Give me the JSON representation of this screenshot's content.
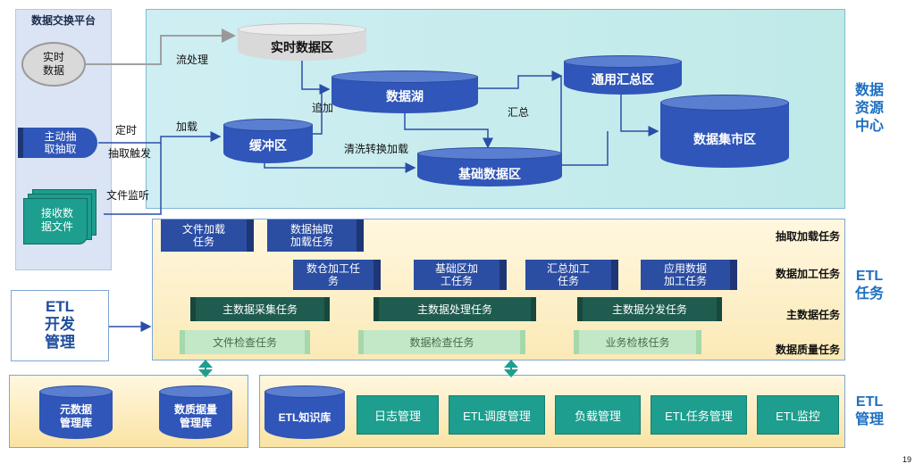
{
  "left_panel": {
    "title": "数据交换平台",
    "realtime_data": "实时\n数据",
    "active_extract": "主动抽\n取抽取",
    "receive_files": "接收数\n据文件"
  },
  "flow_labels": {
    "stream": "流处理",
    "schedule": "定时",
    "trigger": "抽取触发",
    "load": "加载",
    "file_listen": "文件监听",
    "append": "追加",
    "clean_load": "清洗转换加载",
    "aggregate": "汇总"
  },
  "resource_center": {
    "label": "数据\n资源\n中心",
    "realtime_zone": "实时数据区",
    "data_lake": "数据湖",
    "buffer_zone": "缓冲区",
    "base_zone": "基础数据区",
    "summary_zone": "通用汇总区",
    "mart_zone": "数据集市区"
  },
  "etl_tasks": {
    "label": "ETL\n任务",
    "rows": {
      "extract": "抽取加载任务",
      "process": "数据加工任务",
      "master": "主数据任务",
      "quality": "数据质量任务"
    },
    "extract_tasks": [
      "文件加载\n任务",
      "数据抽取\n加载任务"
    ],
    "process_tasks": [
      "数仓加工任\n务",
      "基础区加\n工任务",
      "汇总加工\n任务",
      "应用数据\n加工任务"
    ],
    "master_tasks": [
      "主数据采集任务",
      "主数据处理任务",
      "主数据分发任务"
    ],
    "quality_tasks": [
      "文件检查任务",
      "数据检查任务",
      "业务检核任务"
    ]
  },
  "etl_mgmt_box": "ETL\n开发\n管理",
  "bottom_left": {
    "metadata_db": "元数据\n管理库",
    "quality_db": "数质据量\n管理库"
  },
  "bottom_right": {
    "label": "ETL\n管理",
    "knowledge_db": "ETL知识库",
    "buttons": [
      "日志管理",
      "ETL调度管理",
      "负载管理",
      "ETL任务管理",
      "ETL监控"
    ]
  },
  "page_number": "19",
  "colors": {
    "navy": "#2b4da2",
    "teal": "#1d9e8e",
    "accent_text": "#1f6fc0"
  }
}
